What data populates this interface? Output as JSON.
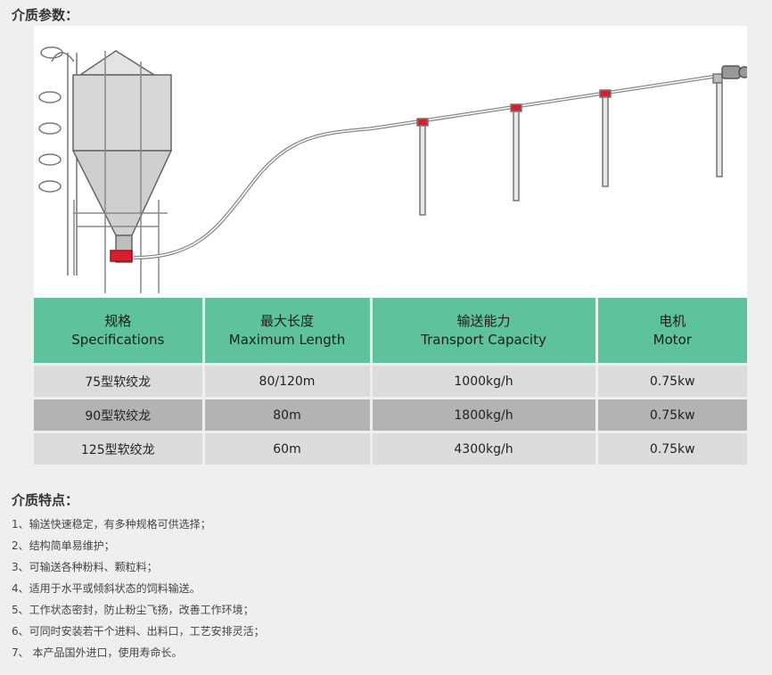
{
  "params_title": "介质参数：",
  "features_title": "介质特点：",
  "table": {
    "headers": [
      {
        "cn": "规格",
        "en": "Specifications"
      },
      {
        "cn": "最大长度",
        "en": "Maximum Length"
      },
      {
        "cn": "输送能力",
        "en": "Transport Capacity"
      },
      {
        "cn": "电机",
        "en": "Motor"
      }
    ],
    "rows": [
      [
        "75型软绞龙",
        "80/120m",
        "1000kg/h",
        "0.75kw"
      ],
      [
        "90型软绞龙",
        "80m",
        "1800kg/h",
        "0.75kw"
      ],
      [
        "125型软绞龙",
        "60m",
        "4300kg/h",
        "0.75kw"
      ]
    ]
  },
  "features": [
    "1、输送快速稳定，有多种规格可供选择；",
    "2、结构简单易维护；",
    "3、可输送各种粉料、颗粒料；",
    "4、适用于水平或倾斜状态的饲料输送。",
    "5、工作状态密封，防止粉尘飞扬，改善工作环境；",
    "6、可同时安装若干个进料、出料口，工艺安排灵活；",
    "7、 本产品国外进口，使用寿命长。"
  ],
  "colors": {
    "header_green": "#5ec29c",
    "row_light": "#dcdcdc",
    "row_dark": "#b3b3b3",
    "accent_red": "#d81e2c"
  }
}
